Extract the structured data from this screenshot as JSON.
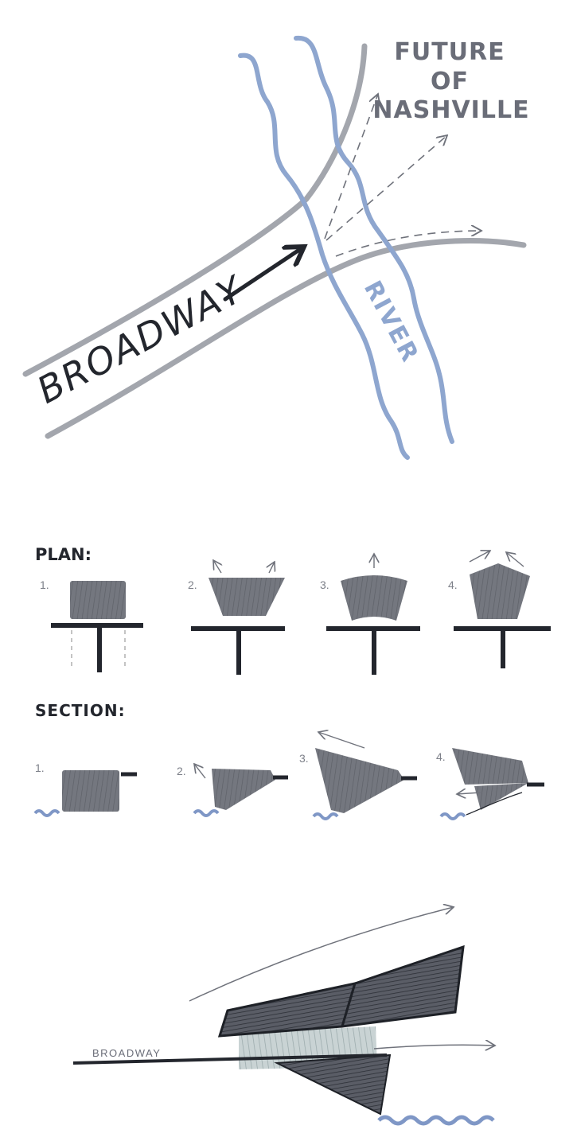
{
  "map": {
    "title_line1": "FUTURE",
    "title_line2": "OF",
    "title_line3": "NASHVILLE",
    "street_label": "BROADWAY",
    "river_label": "RIVER"
  },
  "plan": {
    "heading": "PLAN:",
    "steps": [
      "1.",
      "2.",
      "3.",
      "4."
    ]
  },
  "section": {
    "heading": "SECTION:",
    "steps": [
      "1.",
      "2.",
      "3.",
      "4."
    ]
  },
  "perspective": {
    "street_label": "BROADWAY"
  },
  "colors": {
    "ink": "#23262d",
    "marker_gray": "#7d8089",
    "road_gray": "#a3a6ad",
    "river_blue": "#8ea6cf",
    "title_gray": "#6a6d78",
    "glass": "#b9c6c8",
    "background": "#ffffff"
  }
}
